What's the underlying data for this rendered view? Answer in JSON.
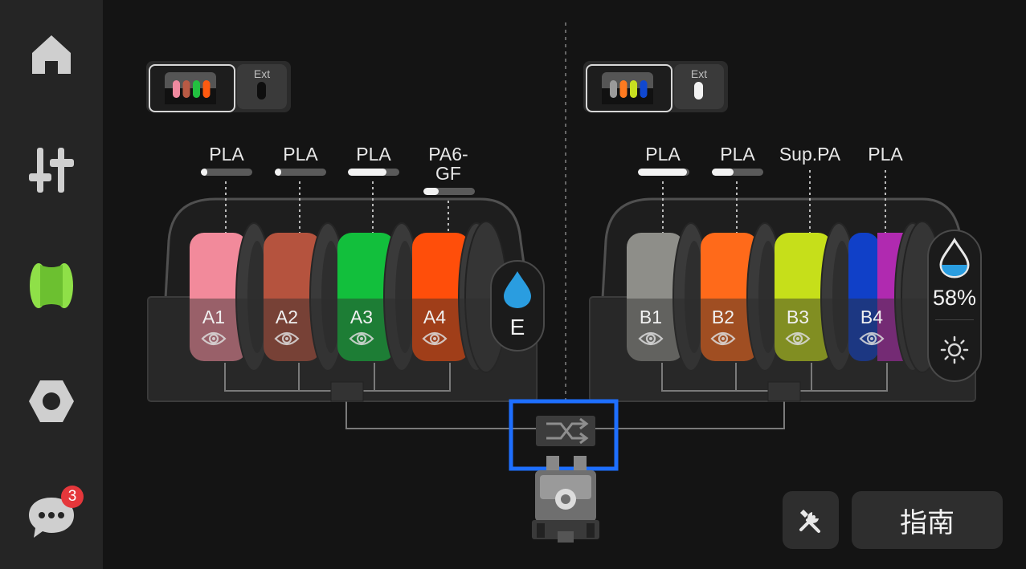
{
  "nav": {
    "home_icon": "home-icon",
    "controls_icon": "sliders-icon",
    "filament_icon": "filament-spool-icon",
    "settings_icon": "hex-nut-icon",
    "messages_icon": "chat-bubble-icon",
    "messages_badge": "3",
    "active_color": "#8fe048"
  },
  "left_unit": {
    "ext_label": "Ext",
    "tab_colors": [
      "#f08aa0",
      "#b85a44",
      "#22c040",
      "#ff5a10"
    ],
    "slots": [
      {
        "id": "A1",
        "material": "PLA",
        "color": "#f28a9b",
        "remaining": 0.12
      },
      {
        "id": "A2",
        "material": "PLA",
        "color": "#b5533e",
        "remaining": 0.08
      },
      {
        "id": "A3",
        "material": "PLA",
        "color": "#12bf3c",
        "remaining": 0.75
      },
      {
        "id": "A4",
        "material": "PA6-\nGF",
        "color": "#ff4e0a",
        "remaining": 0.3
      }
    ],
    "humidity_label": "E"
  },
  "right_unit": {
    "ext_label": "Ext",
    "tab_colors": [
      "#9a9a9a",
      "#ff7a20",
      "#c8e020",
      "#1048d0"
    ],
    "slots": [
      {
        "id": "B1",
        "material": "PLA",
        "color": "#8e8e89",
        "remaining": 0.95
      },
      {
        "id": "B2",
        "material": "PLA",
        "color": "#ff6a1a",
        "remaining": 0.42
      },
      {
        "id": "B3",
        "material": "Sup.PA",
        "color": "#c6df1a",
        "remaining": null
      },
      {
        "id": "B4",
        "material": "PLA",
        "color": "#1040c8",
        "color2": "#b02ab0",
        "remaining": null
      }
    ],
    "humidity_value": "58%"
  },
  "tools_button_icon": "tools-icon",
  "guide_button": "指南",
  "highlight_color": "#1e6fff"
}
